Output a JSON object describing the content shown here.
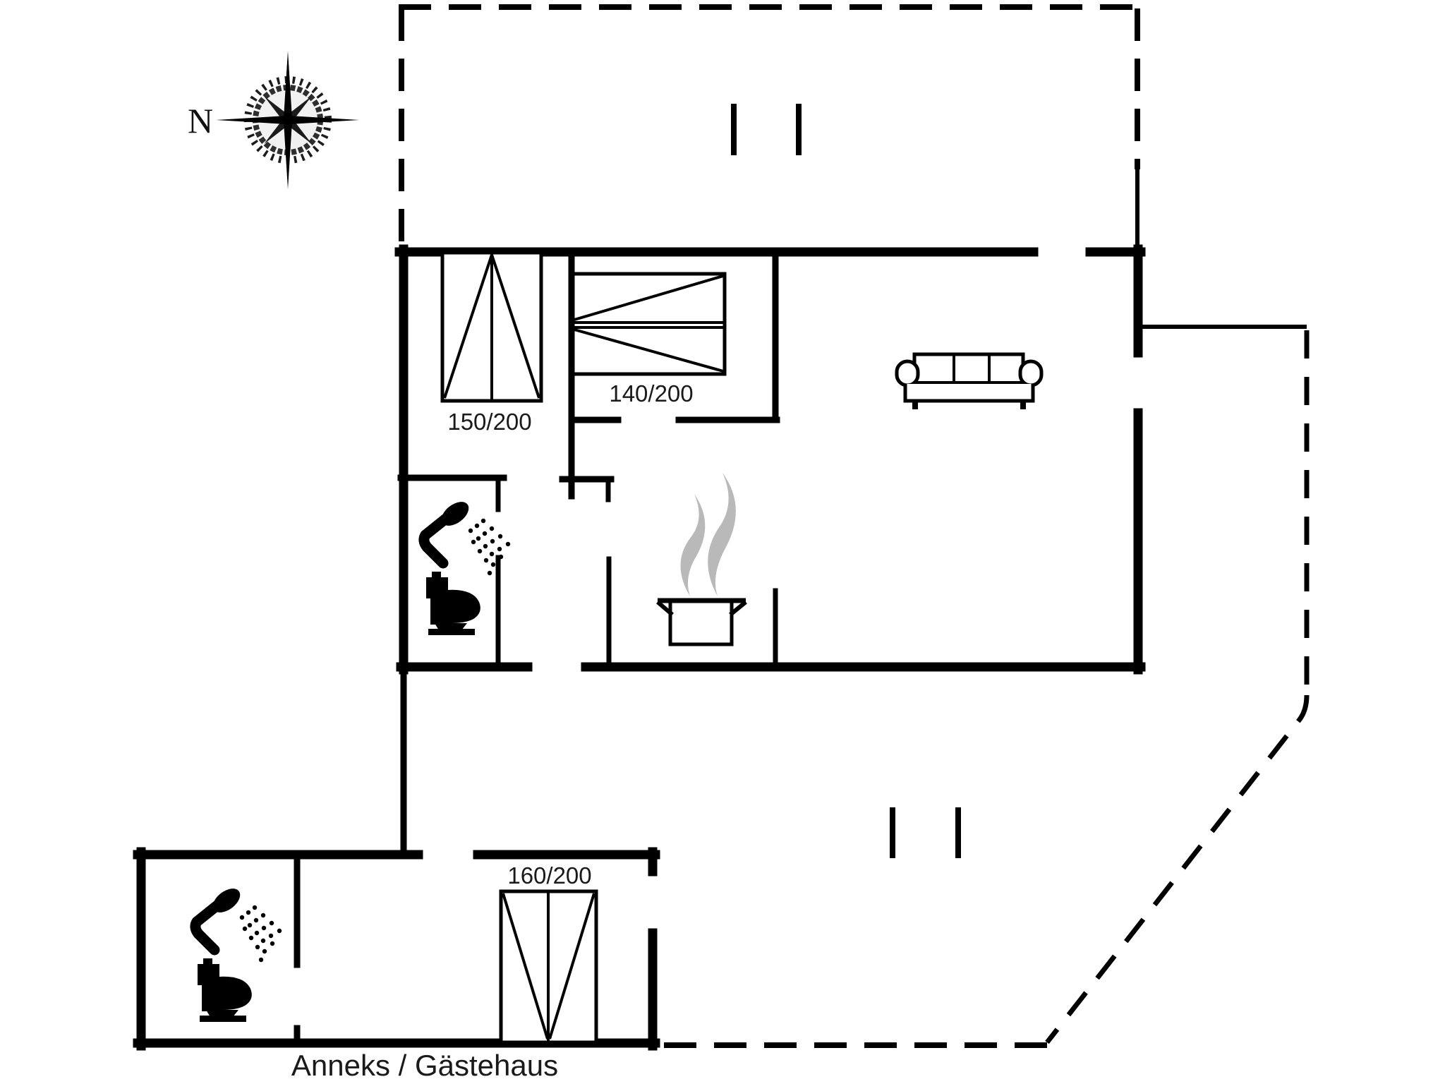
{
  "page": {
    "background": "#ffffff",
    "line_color": "#000000",
    "steam_color": "#b9b9b9"
  },
  "compass": {
    "label": "N"
  },
  "labels": {
    "bed_master": "150/200",
    "bed_double": "140/200",
    "bed_annex": "160/200",
    "annex_caption": "Anneks / Gästehaus"
  },
  "icons": [
    "compass-rose-icon",
    "shower-icon",
    "toilet-icon",
    "stove-pot-icon",
    "steam-icon",
    "sofa-icon",
    "double-bed-icon",
    "single-wide-bed-icon"
  ]
}
